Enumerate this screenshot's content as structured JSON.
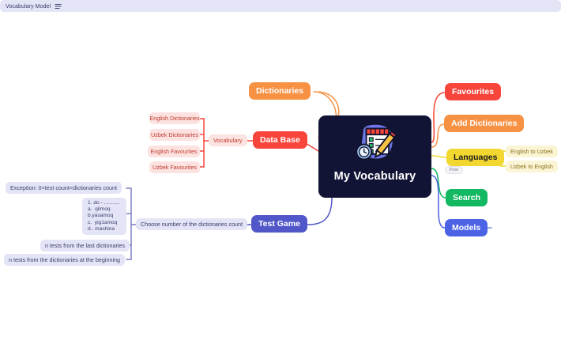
{
  "center": {
    "title": "My Vocabulary",
    "icon": "checklist-pencil-clock-icon",
    "background": "#111435"
  },
  "branches": {
    "dictionaries": {
      "label": "Dictionaries",
      "color": "#F79244"
    },
    "database": {
      "label": "Data Base",
      "color": "#F8453C"
    },
    "test_game": {
      "label": "Test Game",
      "color": "#5157C9"
    },
    "favourites": {
      "label": "Favourites",
      "color": "#F8453C"
    },
    "add_dictionaries": {
      "label": "Add Dictionaries",
      "color": "#F79244"
    },
    "languages": {
      "label": "Languages",
      "color": "#F2D731"
    },
    "search": {
      "label": "Search",
      "color": "#12B862"
    },
    "models": {
      "label": "Models",
      "color": "#4C63E6"
    }
  },
  "database_children": {
    "vocabulary": "Vocabulary",
    "items": [
      "English Dictionaries",
      "Uzbek Dictionaries",
      "English Favourites",
      "Uzbek Favourites"
    ]
  },
  "languages_children": {
    "items": [
      "English to Uzbek",
      "Uzbek to English"
    ],
    "tag": "First"
  },
  "models_children": {
    "vocabulary_model": "Vocabulary Model",
    "icon": "list-lines-icon"
  },
  "test_game_children": {
    "choose_count": "Choose number of the dictionaries count",
    "exception": "Exception: 0<test count<dictionaries count",
    "quiz_sample": "1. do - ...........\na.  qilmoq\nb.yasamoq\nc.  yig1amoq\nd.. mashina",
    "last_dictionaries": "n tests from the last dictionaries",
    "beginning_dictionaries": "n tests from the dictionaries at the beginning"
  }
}
